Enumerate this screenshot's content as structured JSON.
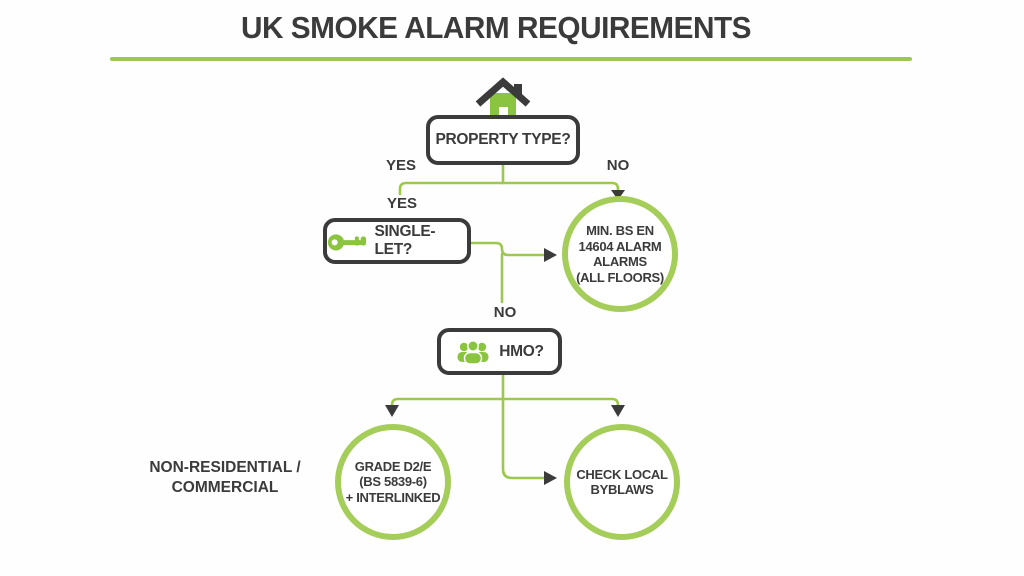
{
  "title": "UK SMOKE ALARM REQUIREMENTS",
  "colors": {
    "line_green": "#9cc84d",
    "circle_green": "#a4cd5a",
    "icon_green": "#8bc53f",
    "dark": "#3b3b3b"
  },
  "flow": {
    "property_type": {
      "label": "PROPERTY TYPE?"
    },
    "single_let": {
      "label": "SINGLE-LET?"
    },
    "hmo": {
      "label": "HMO?"
    },
    "min_alarm": {
      "lines": [
        "MIN. BS EN",
        "14604 ALARM",
        "ALARMS",
        "(ALL FLOORS)"
      ]
    },
    "grade": {
      "lines": [
        "GRADE D2/E",
        "(BS 5839-6)",
        "+ INTERLINKED"
      ]
    },
    "byelaws": {
      "lines": [
        "CHECK LOCAL",
        "BYBLAWS"
      ]
    },
    "labels": {
      "yes_top": "YES",
      "no_top": "NO",
      "yes_mid": "YES",
      "no_mid": "NO"
    },
    "note": {
      "lines": [
        "NON-RESIDENTIAL /",
        "COMMERCIAL"
      ]
    }
  }
}
